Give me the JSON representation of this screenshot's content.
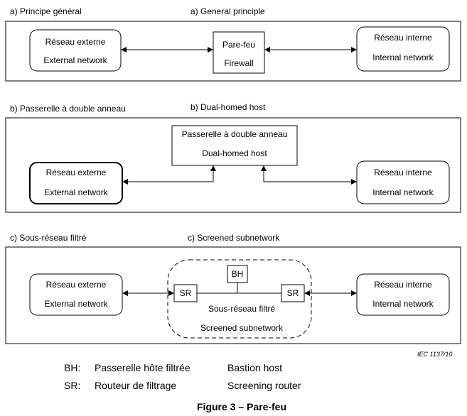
{
  "sections": {
    "a": {
      "label_fr": "a) Principe général",
      "label_en": "a) General principle",
      "external": {
        "fr": "Réseau  externe",
        "en": "External network"
      },
      "firewall": {
        "fr": "Pare-feu",
        "en": "Firewall"
      },
      "internal": {
        "fr": "Réseau interne",
        "en": "Internal network"
      }
    },
    "b": {
      "label_fr": "b) Passerelle à double anneau",
      "label_en": "b) Dual-homed host",
      "external": {
        "fr": "Réseau  externe",
        "en": "External network"
      },
      "host": {
        "fr": "Passerelle à double anneau",
        "en": "Dual-homed host"
      },
      "internal": {
        "fr": "Réseau interne",
        "en": "Internal network"
      }
    },
    "c": {
      "label_fr": "c) Sous-réseau filtré",
      "label_en": "c) Screened subnetwork",
      "external": {
        "fr": "Réseau  externe",
        "en": "External network"
      },
      "internal": {
        "fr": "Réseau interne",
        "en": "Internal network"
      },
      "bh": "BH",
      "sr_left": "SR",
      "sr_right": "SR",
      "subnet": {
        "fr": "Sous-réseau filtré",
        "en": "Screened subnetwork"
      }
    }
  },
  "reference": "IEC   1137/10",
  "legend": [
    {
      "abbr": "BH:",
      "fr": "Passerelle hôte filtrée",
      "en": "Bastion host"
    },
    {
      "abbr": "SR:",
      "fr": "Routeur de filtrage",
      "en": "Screening router"
    }
  ],
  "caption": "Figure 3 – Pare-feu"
}
